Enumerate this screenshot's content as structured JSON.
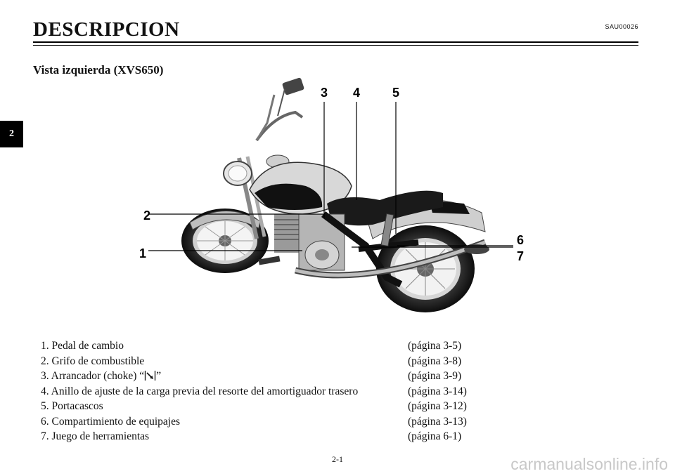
{
  "page": {
    "chapter_tab": "2",
    "title": "DESCRIPCION",
    "doc_code": "SAU00026",
    "subtitle": "Vista izquierda (XVS650)",
    "page_number": "2-1",
    "watermark": "carmanualsonline.info"
  },
  "figure": {
    "callouts": [
      "1",
      "2",
      "3",
      "4",
      "5",
      "6",
      "7"
    ]
  },
  "parts": [
    {
      "label": "1. Pedal de cambio",
      "ref": "(página 3-5)"
    },
    {
      "label": "2. Grifo de combustible",
      "ref": "(página 3-8)"
    },
    {
      "label_prefix": "3. Arrancador (choke) “",
      "label_suffix": "”",
      "ref": "(página 3-9)"
    },
    {
      "label": "4. Anillo de ajuste de la carga previa del resorte del amortiguador trasero",
      "ref": "(página 3-14)"
    },
    {
      "label": "5. Portacascos",
      "ref": "(página 3-12)"
    },
    {
      "label": "6. Compartimiento de equipajes",
      "ref": "(página 3-13)"
    },
    {
      "label": "7. Juego de herramientas",
      "ref": "(página 6-1)"
    }
  ]
}
